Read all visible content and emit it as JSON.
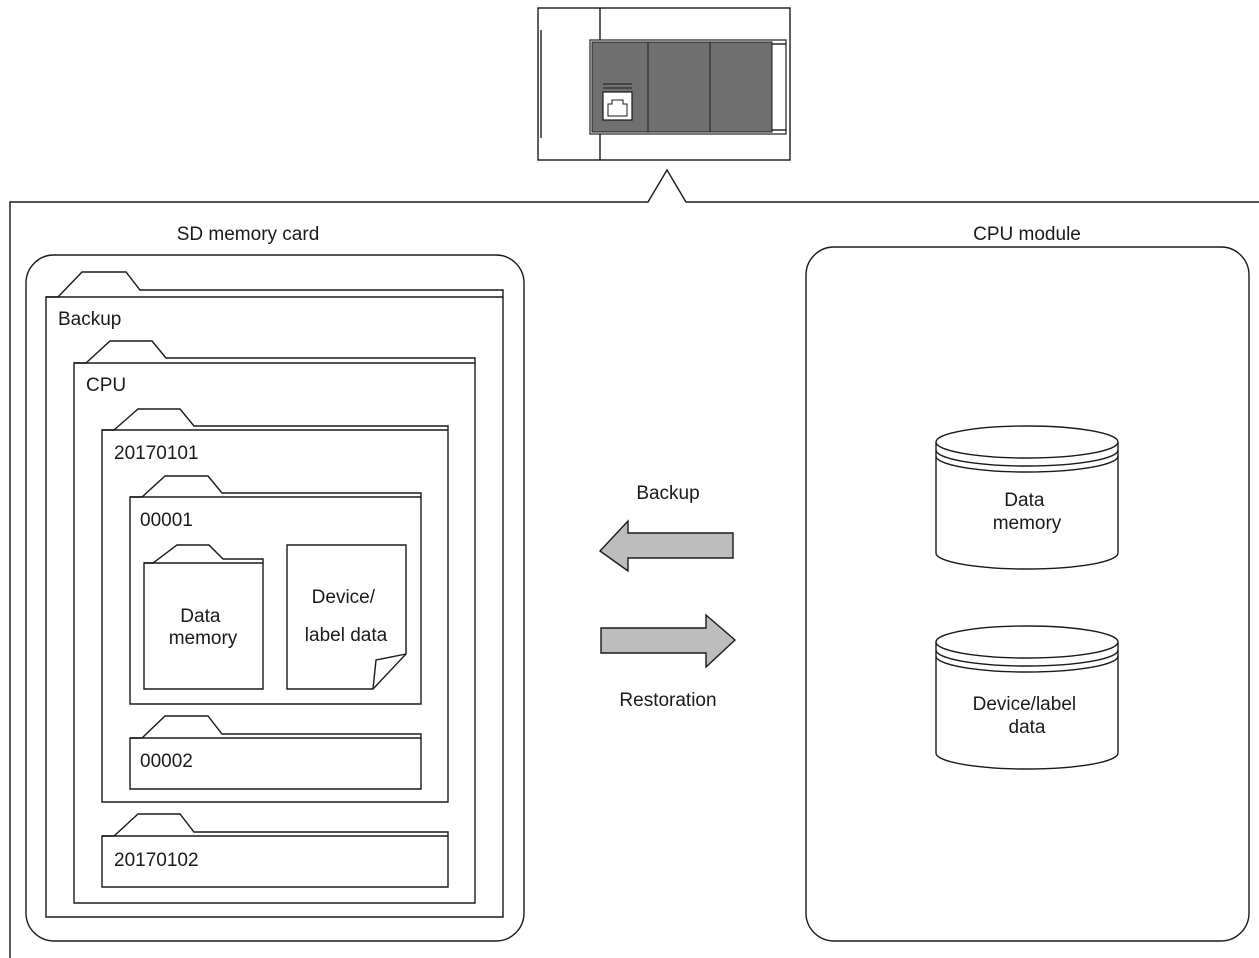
{
  "sd_card": {
    "title": "SD memory card",
    "backup_folder": "Backup",
    "cpu_folder": "CPU",
    "date_folder_1": "20170101",
    "sub_folder_1": "00001",
    "data_memory_line1": "Data",
    "data_memory_line2": "memory",
    "device_label_line1": "Device/",
    "device_label_line2": "label data",
    "sub_folder_2": "00002",
    "date_folder_2": "20170102"
  },
  "cpu_module": {
    "title": "CPU module",
    "data_memory_line1": "Data",
    "data_memory_line2": "memory",
    "device_label_line1": "Device/label",
    "device_label_line2": "data"
  },
  "arrows": {
    "backup_label": "Backup",
    "restoration_label": "Restoration"
  },
  "colors": {
    "line": "#1a1a1a",
    "plc_body": "#707070",
    "arrow_fill": "#bdbdbd"
  }
}
